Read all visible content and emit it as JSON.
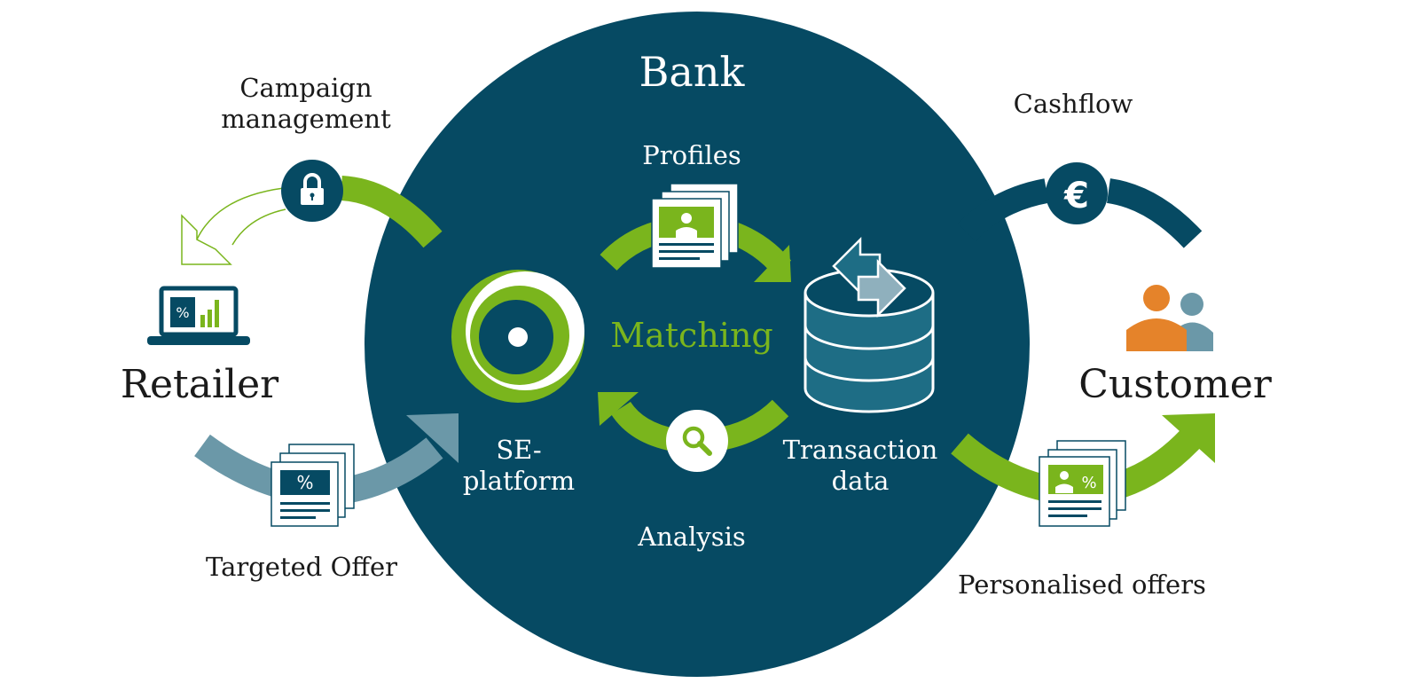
{
  "diagram": {
    "bank_title": "Bank",
    "profiles_label": "Profiles",
    "matching_label": "Matching",
    "se_platform_label_line1": "SE-",
    "se_platform_label_line2": "platform",
    "transaction_label_line1": "Transaction",
    "transaction_label_line2": "data",
    "analysis_label": "Analysis",
    "campaign_label_line1": "Campaign",
    "campaign_label_line2": "management",
    "retailer_label": "Retailer",
    "targeted_offer_label": "Targeted Offer",
    "cashflow_label": "Cashflow",
    "customer_label": "Customer",
    "personalised_offers_label": "Personalised offers",
    "percent_glyph": "%",
    "euro_glyph": "€"
  },
  "colors": {
    "bank_circle": "#064a63",
    "green": "#7ab51d",
    "steel_blue": "#6b98a8",
    "orange": "#e5832a",
    "white": "#ffffff",
    "text_dark": "#1a1a1a"
  },
  "icons": [
    "lock-icon",
    "laptop-chart-icon",
    "document-percent-icon",
    "document-profile-icon",
    "se-platform-logo-icon",
    "database-icon",
    "sync-arrows-icon",
    "magnifier-icon",
    "euro-icon",
    "customers-icon",
    "document-profile-percent-icon"
  ]
}
